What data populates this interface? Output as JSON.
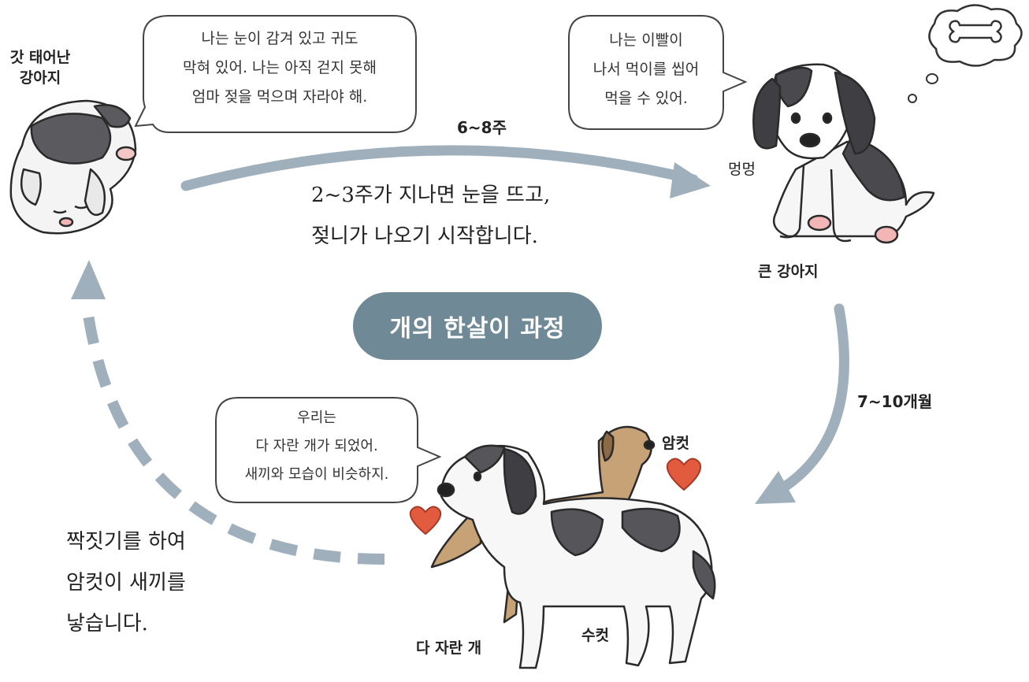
{
  "title": "개의 한살이 과정",
  "colors": {
    "title_bg": "#6f8a96",
    "arrow": "#9fb0bc",
    "outline": "#2a2a2a",
    "dark_patch": "#5b5b5f",
    "tan": "#c7a276",
    "heart": "#e25b3e"
  },
  "stages": {
    "newborn": {
      "label_line1": "갓 태어난",
      "label_line2": "강아지"
    },
    "puppy": {
      "label": "큰 강아지",
      "sound": "멍멍"
    },
    "adult": {
      "label": "다 자란 개",
      "male": "수컷",
      "female": "암컷"
    }
  },
  "speech": {
    "newborn": [
      "나는 눈이 감겨 있고 귀도",
      "막혀 있어. 나는 아직 걷지 못해",
      "엄마 젖을 먹으며 자라야 해."
    ],
    "puppy": [
      "나는 이빨이",
      "나서 먹이를 씹어",
      "먹을 수 있어."
    ],
    "adult": [
      "우리는",
      "다 자란 개가 되었어.",
      "새끼와 모습이 비슷하지."
    ]
  },
  "transitions": {
    "newborn_to_puppy": {
      "period": "6~8주",
      "caption": [
        "2~3주가 지나면 눈을 뜨고,",
        "젖니가 나오기 시작합니다."
      ]
    },
    "puppy_to_adult": {
      "period": "7~10개월"
    },
    "adult_to_newborn": {
      "caption": [
        "짝짓기를 하여",
        "암컷이 새끼를",
        "낳습니다."
      ]
    }
  },
  "icons": [
    "bone-thought-icon",
    "heart-icon"
  ]
}
